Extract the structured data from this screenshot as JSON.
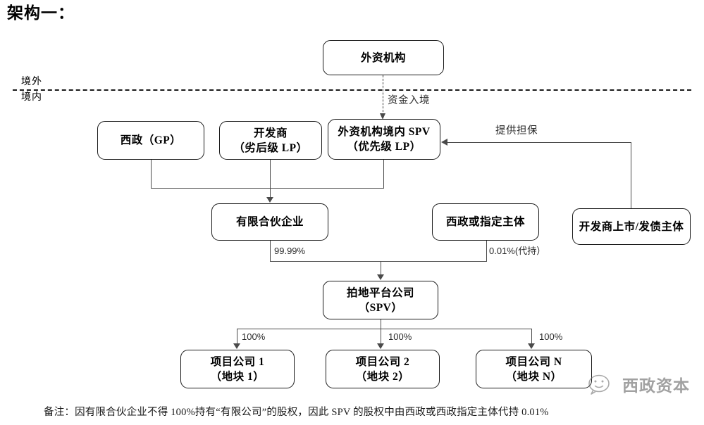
{
  "title": "架构一：",
  "jurisdiction": {
    "offshore_label": "境外",
    "onshore_label": "境内"
  },
  "nodes": {
    "foreign_institution": {
      "line1": "外资机构"
    },
    "xizheng_gp": {
      "line1": "西政（GP）"
    },
    "developer_lp": {
      "line1": "开发商",
      "line2": "（劣后级 LP）"
    },
    "onshore_spv": {
      "line1": "外资机构境内 SPV",
      "line2": "（优先级 LP）"
    },
    "limited_partnership": {
      "line1": "有限合伙企业"
    },
    "xizheng_designee": {
      "line1": "西政或指定主体"
    },
    "developer_listed": {
      "line1": "开发商上市/发债主体"
    },
    "land_platform": {
      "line1": "拍地平台公司",
      "line2": "（SPV）"
    },
    "project_1": {
      "line1": "项目公司 1",
      "line2": "（地块 1）"
    },
    "project_2": {
      "line1": "项目公司 2",
      "line2": "（地块 2）"
    },
    "project_n": {
      "line1": "项目公司 N",
      "line2": "（地块 N）"
    }
  },
  "edges": {
    "capital_inflow": "资金入境",
    "guarantee": "提供担保",
    "lp_share": "99.99%",
    "designee_share": "0.01%(代持）",
    "pct_p1": "100%",
    "pct_p2": "100%",
    "pct_pn": "100%"
  },
  "footnote": "备注：因有限合伙企业不得 100%持有“有限公司”的股权，因此 SPV 的股权中由西政或西政指定主体代持 0.01%",
  "watermark": {
    "text": "西政资本",
    "icon": "wechat-icon"
  },
  "colors": {
    "line": "#4a4a4a",
    "box_border": "#1a1a1a",
    "text": "#000000",
    "background": "#ffffff"
  }
}
